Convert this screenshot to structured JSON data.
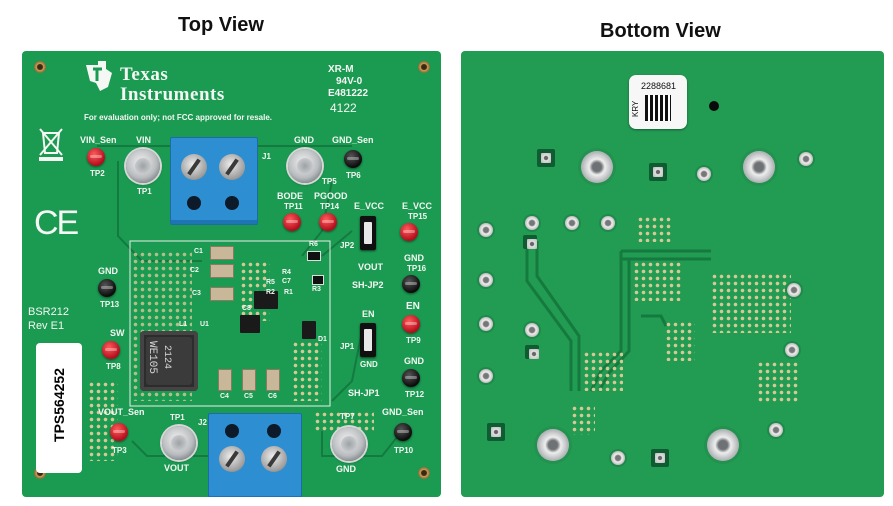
{
  "views": {
    "top_title": "Top View",
    "bottom_title": "Bottom View"
  },
  "top_board": {
    "logo_line1": "Texas",
    "logo_line2": "Instruments",
    "cert_line1": "XR-M",
    "cert_line2": "94V-0",
    "cert_line3": "E481222",
    "cert_line4": "4122",
    "disclaimer": "For evaluation only; not FCC approved for resale.",
    "model": "BSR212",
    "revision": "Rev E1",
    "part_label": "TPS564252",
    "inductor_line1": "WE105",
    "inductor_line2": "2124",
    "labels": {
      "vin_sen": "VIN_Sen",
      "vin": "VIN",
      "tp2": "TP2",
      "tp1_top": "TP1",
      "j1": "J1",
      "gnd_top": "GND",
      "tp5": "TP5",
      "gnd_sen_top": "GND_Sen",
      "tp6": "TP6",
      "bode": "BODE",
      "pgood": "PGOOD",
      "tp11": "TP11",
      "tp14": "TP14",
      "e_vcc_left": "E_VCC",
      "e_vcc_right": "E_VCC",
      "tp15": "TP15",
      "jp2": "JP2",
      "vout_jp2": "VOUT",
      "gnd_tp16": "GND",
      "tp16": "TP16",
      "sh_jp2": "SH-JP2",
      "en_left": "EN",
      "en_right": "EN",
      "tp9": "TP9",
      "jp1": "JP1",
      "gnd_jp1": "GND",
      "gnd_tp12": "GND",
      "tp12": "TP12",
      "sh_jp1": "SH-JP1",
      "gnd_left": "GND",
      "tp13": "TP13",
      "sw": "SW",
      "tp8": "TP8",
      "vout_sen": "VOUT_Sen",
      "tp3": "TP3",
      "tp1_bottom": "TP1",
      "j2": "J2",
      "vout_bottom": "VOUT",
      "tp7": "TP7",
      "gnd_bottom": "GND",
      "gnd_sen_bottom": "GND_Sen",
      "tp10": "TP10",
      "c1": "C1",
      "c2": "C2",
      "c3": "C3",
      "c4": "C4",
      "c5": "C5",
      "c6": "C6",
      "c8": "C8",
      "l1": "L1",
      "u1": "U1",
      "r1": "R1",
      "r2": "R2",
      "r3": "R3",
      "r4": "R4",
      "r5": "R5",
      "r6": "R6",
      "c7": "C7",
      "d1": "D1"
    }
  },
  "bottom_board": {
    "serial": "2288681",
    "sticker_code": "KRY"
  }
}
